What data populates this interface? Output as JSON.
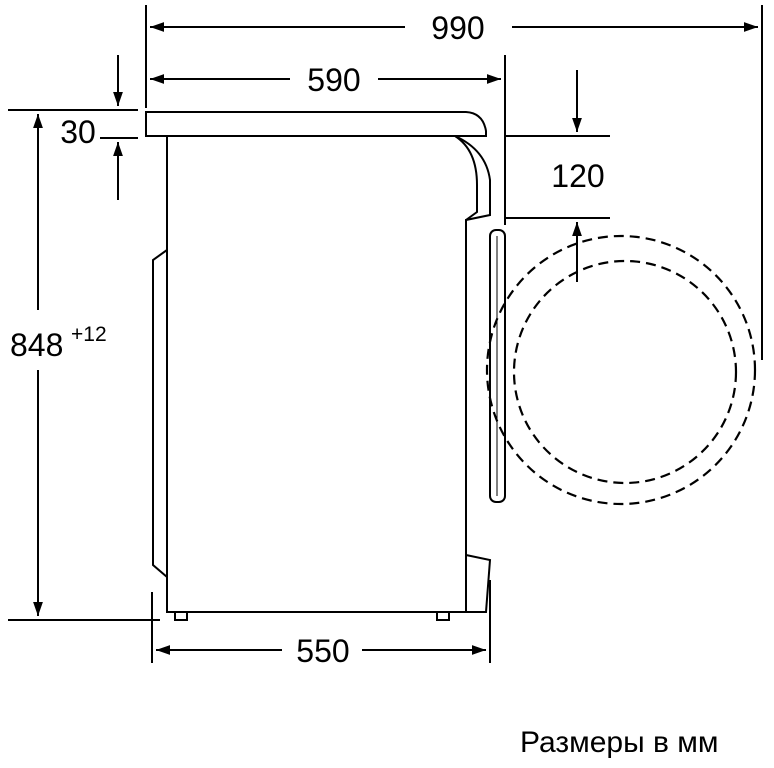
{
  "dimensions": {
    "overall_depth_door_open": "990",
    "depth_with_door": "590",
    "top_panel_thickness": "30",
    "door_clearance": "120",
    "height": "848",
    "height_tolerance": "+12",
    "body_depth": "550"
  },
  "caption": "Размеры в мм",
  "colors": {
    "line": "#000000",
    "background": "#ffffff"
  }
}
